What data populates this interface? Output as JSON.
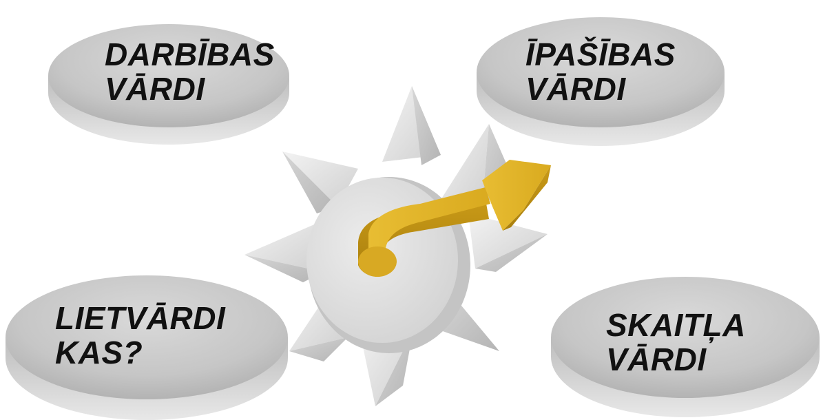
{
  "ovals": {
    "top_left": {
      "line1": "DARBĪBAS",
      "line2": "VĀRDI"
    },
    "top_right": {
      "line1": "ĪPAŠĪBAS",
      "line2": "VĀRDI"
    },
    "bottom_left": {
      "line1": "LIETVĀRDI",
      "line2": "KAS?"
    },
    "bottom_right": {
      "line1": "SKAITĻA",
      "line2": "VĀRDI"
    }
  },
  "colors": {
    "oval_top": "#cfcfcf",
    "oval_side": "#b5b5b5",
    "dial": "#dedede",
    "arrow": "#e3b52a"
  },
  "icons": {
    "dial": "gear-dial-icon",
    "pointer": "arrow-pointer-icon"
  }
}
